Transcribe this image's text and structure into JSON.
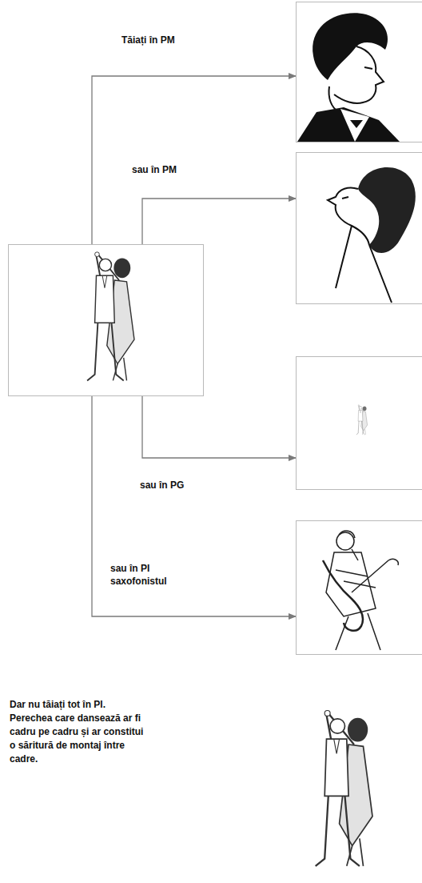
{
  "diagram": {
    "nodes": [
      {
        "text": []
      },
      {
        "text": []
      },
      {
        "text": []
      },
      {
        "text": []
      },
      {
        "text": []
      }
    ],
    "edges": [
      {
        "from": 0,
        "to": 1,
        "arrow": "to",
        "label": "Tăiați în PM"
      },
      {
        "from": 0,
        "to": 2,
        "arrow": "to",
        "label": "sau în PM"
      },
      {
        "from": 0,
        "to": 3,
        "arrow": "to",
        "label": "sau în PG"
      },
      {
        "from": 0,
        "to": 4,
        "arrow": "to",
        "label": "sau în PI saxofonistul"
      }
    ],
    "labels": [
      "Dar nu tăiați tot în PI. Perechea care dansează ar fi cadru pe cadru și ar constitui o săritură de montaj între cadre."
    ]
  }
}
